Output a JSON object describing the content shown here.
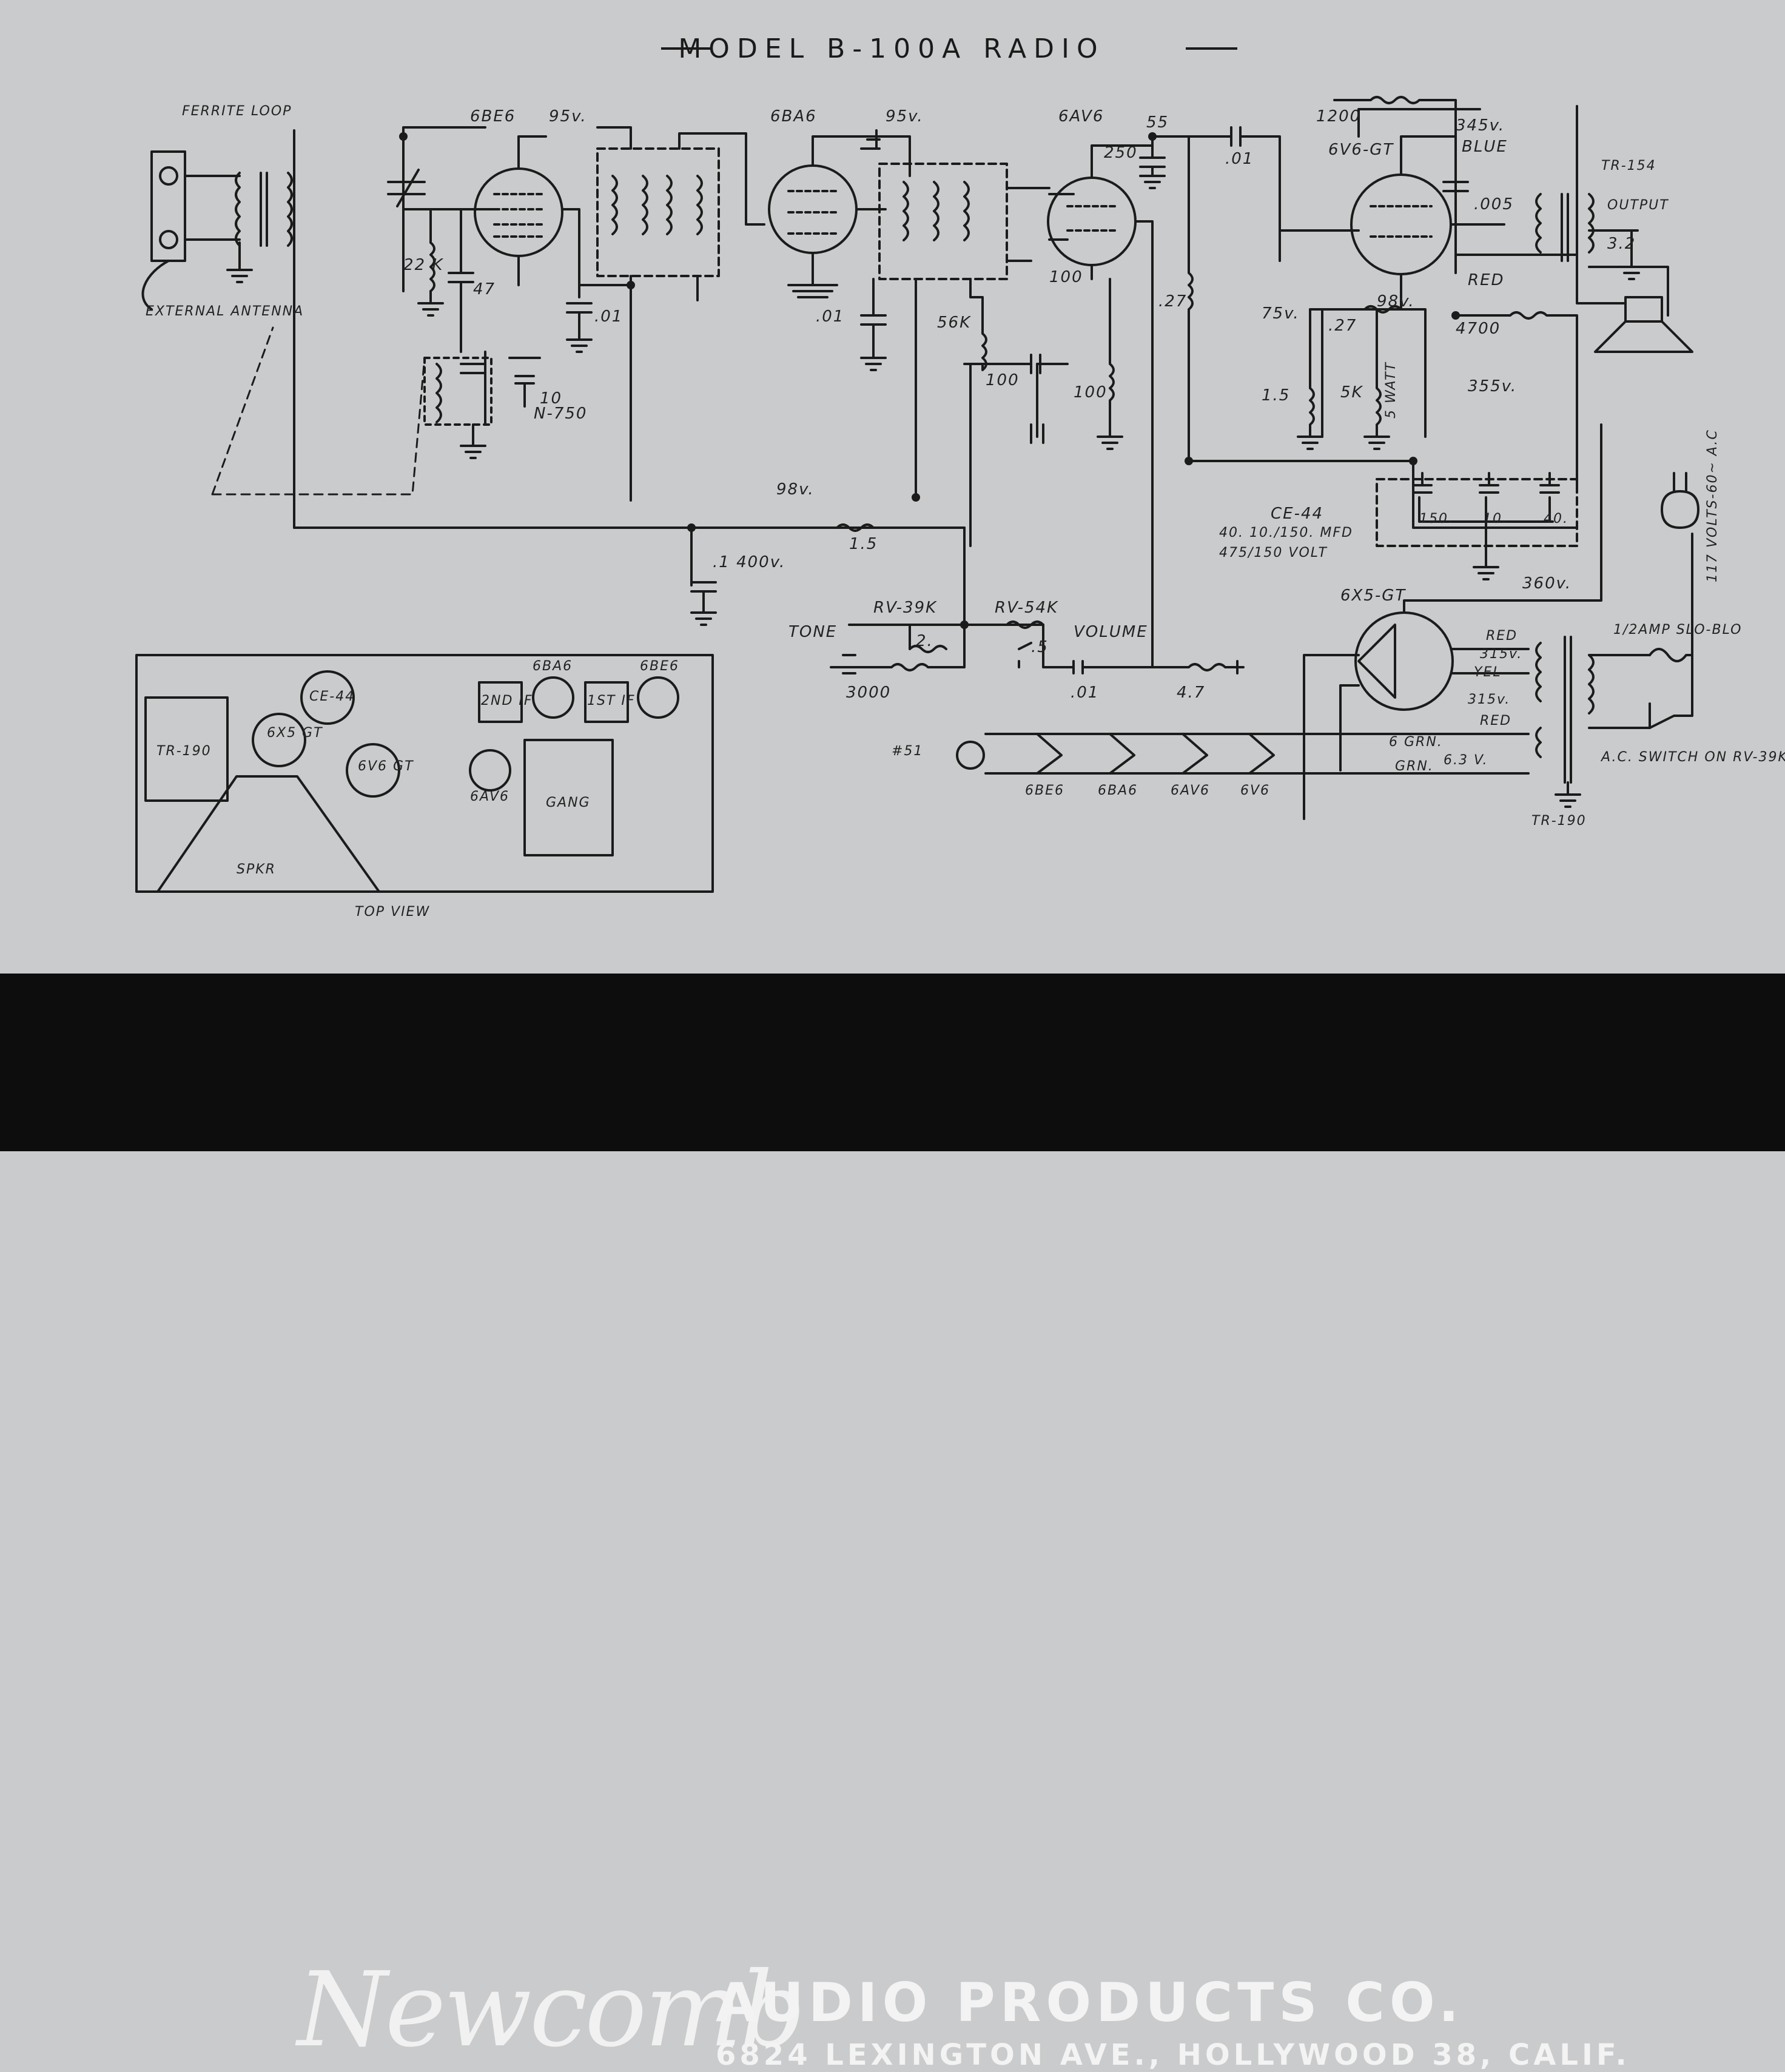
{
  "title": "MODEL B-100A RADIO",
  "labels": {
    "ferrite_loop": "FERRITE LOOP",
    "external_antenna": "EXTERNAL ANTENNA",
    "tube_6be6": "6BE6",
    "tube_6ba6": "6BA6",
    "tube_6av6": "6AV6",
    "tube_6v6": "6V6-GT",
    "tube_6x5": "6X5-GT",
    "v95a": "95v.",
    "v95b": "95v.",
    "v55": "55",
    "v345": "345v.",
    "v98a": "98v.",
    "v98b": "98v.",
    "v75": "75v.",
    "v355": "355v.",
    "v360": "360v.",
    "v315a": "315v.",
    "v315b": "315v.",
    "r1200": "1200",
    "r56k": "56K",
    "r100": "100",
    "c100a": "100",
    "c100b": "100",
    "r27a": ".27",
    "r27b": ".27",
    "r15a": "1.5",
    "r15b": "1.5",
    "r5k": "5K",
    "r5watt": "5 WATT",
    "r4700": "4700",
    "r22k": "22 K",
    "c47": "47",
    "c10": "10",
    "n750": "N-750",
    "c01a": ".01",
    "c01b": ".01",
    "c01c": ".01",
    "c01d": ".01",
    "c005": ".005",
    "c250": "250",
    "c1_400": ".1 400v.",
    "ce44": "CE-44",
    "ce44_value": "40. 10./150. MFD",
    "ce44_voltage": "475/150 VOLT",
    "ce150": "150.",
    "ce10": "10.",
    "ce40": "40.",
    "tr154": "TR-154",
    "output": "OUTPUT",
    "ohm32": "3.2",
    "blue": "BLUE",
    "red": "RED",
    "yel": "YEL",
    "tone": "TONE",
    "rv39k": "RV-39K",
    "rv54k": "RV-54K",
    "volume": "VOLUME",
    "pot2": "2.",
    "pot5": ".5",
    "c3000": "3000",
    "r47": "4.7",
    "lamp51": "#51",
    "fil_6be6": "6BE6",
    "fil_6ba6": "6BA6",
    "fil_6av6": "6AV6",
    "fil_6v6": "6V6",
    "green1": "6 GRN.",
    "green2": "GRN.",
    "v63": "6.3 V.",
    "fuse": "1/2AMP SLO-BLO",
    "switch": "A.C. SWITCH ON RV-39K",
    "line": "117 VOLTS-60~ A.C",
    "tr190b": "TR-190",
    "layout_tr190": "TR-190",
    "layout_6x5": "6X5 GT",
    "layout_ce44": "CE-44",
    "layout_6v6": "6V6 GT",
    "layout_6av6": "6AV6",
    "layout_gang": "GANG",
    "layout_2ndif": "2ND IF",
    "layout_1stif": "1ST IF",
    "layout_6ba6": "6BA6",
    "layout_6be6": "6BE6",
    "layout_spkr": "SPKR",
    "top_view": "TOP VIEW"
  },
  "footer": {
    "brand": "Newcomb",
    "company": "AUDIO PRODUCTS CO.",
    "address": "6824 LEXINGTON AVE., HOLLYWOOD 38, CALIF."
  }
}
